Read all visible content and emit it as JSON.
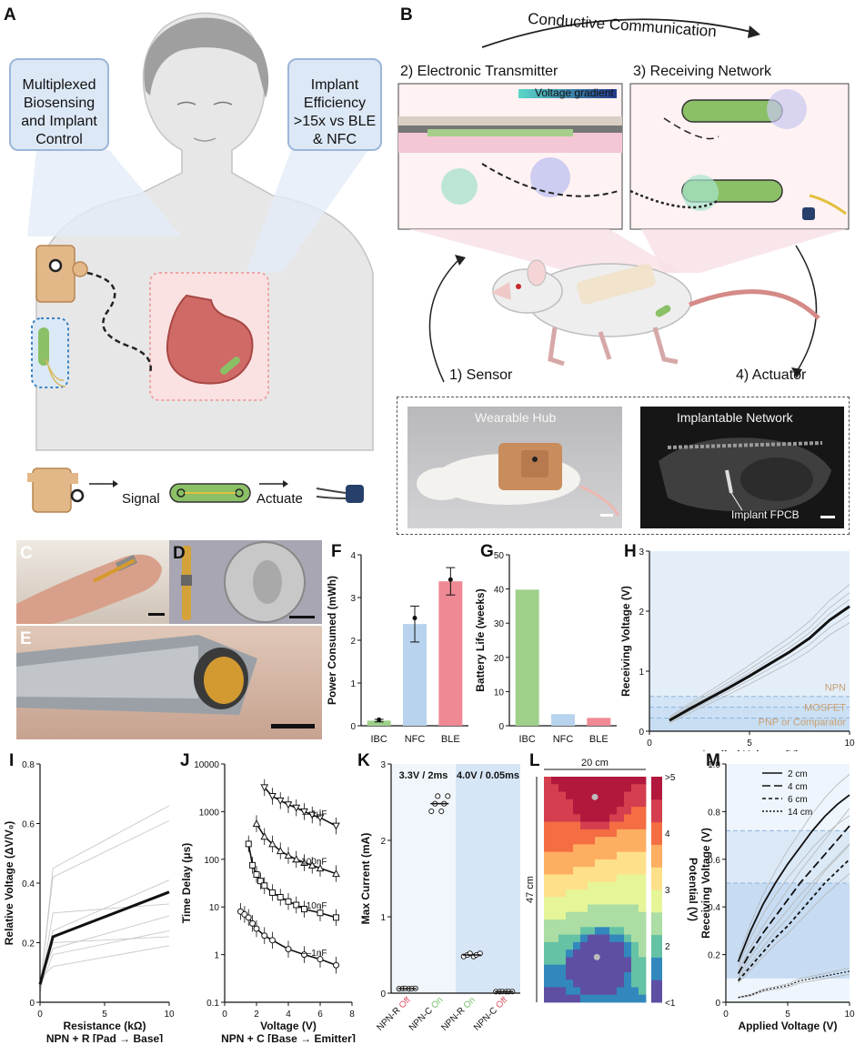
{
  "panels": {
    "A": "A",
    "B": "B",
    "C": "C",
    "D": "D",
    "E": "E",
    "F": "F",
    "G": "G",
    "H": "H",
    "I": "I",
    "J": "J",
    "K": "K",
    "L": "L",
    "M": "M"
  },
  "panelA": {
    "bubble_left": "Multiplexed Biosensing and Implant Control",
    "bubble_right": "Implant Efficiency >15x vs BLE & NFC",
    "flow_signal": "Signal",
    "flow_actuate": "Actuate"
  },
  "panelB": {
    "arc_title": "Conductive Communication",
    "transmitter_title": "2) Electronic Transmitter",
    "receiving_title": "3) Receiving Network",
    "voltage_gradient": "Voltage gradient",
    "sensor": "1) Sensor",
    "actuator": "4) Actuator",
    "wearable_hub": "Wearable Hub",
    "implantable_network": "Implantable Network",
    "implant_fpcb": "Implant FPCB"
  },
  "colors": {
    "green": "#9fd08a",
    "blue": "#b7d3ee",
    "red": "#ef8a95",
    "shade": "#e3eef9",
    "heat_hi": "#b2183c",
    "heat_lo": "#5e4fa2"
  },
  "chart_data": [
    {
      "id": "F",
      "type": "bar",
      "categories": [
        "IBC",
        "NFC",
        "BLE"
      ],
      "values": [
        0.12,
        2.38,
        3.38
      ],
      "errors": [
        0.03,
        0.42,
        0.32
      ],
      "points": [
        0.14,
        2.52,
        3.42
      ],
      "ylabel": "Power Consumed  (mWh)",
      "ylim": [
        0,
        4
      ],
      "yticks": [
        0,
        1,
        2,
        3,
        4
      ],
      "colors": [
        "#9fd08a",
        "#b7d3ee",
        "#ef8a95"
      ]
    },
    {
      "id": "G",
      "type": "bar",
      "categories": [
        "IBC",
        "NFC",
        "BLE"
      ],
      "values": [
        39.8,
        3.4,
        2.3
      ],
      "ylabel": "Battery Life  (weeks)",
      "ylim": [
        0,
        50
      ],
      "yticks": [
        0,
        10,
        20,
        30,
        40,
        50
      ],
      "colors": [
        "#9fd08a",
        "#b7d3ee",
        "#ef8a95"
      ]
    },
    {
      "id": "H",
      "type": "line",
      "xlabel": "Applied Voltage (V)",
      "ylabel": "Receiving Voltage  (V)",
      "xlim": [
        0,
        10
      ],
      "ylim": [
        0,
        3
      ],
      "xticks": [
        0,
        5,
        10
      ],
      "yticks": [
        0,
        1,
        2,
        3
      ],
      "mean": {
        "x": [
          1,
          2,
          3,
          4,
          5,
          6,
          7,
          8,
          9,
          10
        ],
        "y": [
          0.18,
          0.37,
          0.55,
          0.73,
          0.92,
          1.12,
          1.32,
          1.55,
          1.85,
          2.08
        ]
      },
      "thresholds": [
        {
          "name": "NPN",
          "y": 0.58
        },
        {
          "name": "MOSFET",
          "y": 0.4
        },
        {
          "name": "PNP or Comparator",
          "y": 0.22
        }
      ]
    },
    {
      "id": "I",
      "type": "line",
      "xlabel": "Resistance (kΩ)",
      "sublabel": "NPN + R [Pad → Base]",
      "ylabel": "Relative Voltage (ΔV/V₀)",
      "xlim": [
        0,
        10
      ],
      "ylim": [
        0,
        0.8
      ],
      "xticks": [
        0,
        5,
        10
      ],
      "yticks": [
        0,
        0.2,
        0.4,
        0.6,
        0.8
      ],
      "mean": {
        "x": [
          0,
          1,
          10
        ],
        "y": [
          0.06,
          0.22,
          0.37
        ]
      }
    },
    {
      "id": "J",
      "type": "line",
      "xlabel": "Voltage (V)",
      "sublabel": "NPN + C [Base → Emitter]",
      "ylabel": "Time Delay (μs)",
      "scale": "log",
      "xlim": [
        0,
        8
      ],
      "xticks": [
        0,
        2,
        4,
        6,
        8
      ],
      "yticks": [
        0.1,
        1,
        10,
        100,
        1000,
        10000
      ],
      "yticklabels": [
        "0.1",
        "1",
        "10",
        "100",
        "1000",
        "10000"
      ],
      "series": [
        {
          "name": "1μF",
          "x": [
            2.5,
            3,
            3.5,
            4,
            4.5,
            5,
            5.5,
            6,
            7
          ],
          "y": [
            3200,
            2100,
            1700,
            1400,
            1200,
            1000,
            850,
            750,
            500
          ]
        },
        {
          "name": "100nF",
          "x": [
            2,
            2.5,
            3,
            3.5,
            4,
            4.5,
            5,
            5.5,
            6,
            7
          ],
          "y": [
            560,
            300,
            210,
            150,
            120,
            100,
            85,
            75,
            65,
            50
          ]
        },
        {
          "name": "10nF",
          "x": [
            1.5,
            1.75,
            2,
            2.25,
            2.5,
            3,
            3.5,
            4,
            4.5,
            5,
            6,
            7
          ],
          "y": [
            210,
            75,
            48,
            35,
            28,
            20,
            16,
            13,
            11,
            9,
            7.5,
            6
          ]
        },
        {
          "name": "1nF",
          "x": [
            1,
            1.25,
            1.5,
            1.75,
            2,
            2.5,
            3,
            4,
            5,
            6,
            7
          ],
          "y": [
            8,
            7,
            6,
            4.5,
            3.5,
            2.5,
            2,
            1.3,
            1,
            0.8,
            0.6
          ]
        }
      ]
    },
    {
      "id": "K",
      "type": "scatter",
      "ylabel": "Max Current (mA)",
      "ylim": [
        0,
        3
      ],
      "yticks": [
        0,
        1,
        2,
        3
      ],
      "groups": [
        "3.3V / 2ms",
        "4.0V / 0.05ms"
      ],
      "categories": [
        "NPN-R Off",
        "NPN-C On",
        "NPN-R On",
        "NPN-C Off"
      ],
      "values": [
        0.06,
        2.48,
        0.5,
        0.02
      ]
    },
    {
      "id": "L",
      "type": "heatmap",
      "xlabel": "20 cm",
      "ylabel": "47 cm",
      "colorbar_label": "Potential (V)",
      "colorbar_ticks": [
        ">5",
        "4",
        "3",
        "2",
        "<1"
      ]
    },
    {
      "id": "M",
      "type": "line",
      "xlabel": "Applied Voltage (V)",
      "ylabel": "Receiving Voltage (V)",
      "xlim": [
        0,
        10
      ],
      "ylim": [
        0,
        1
      ],
      "xticks": [
        0,
        5,
        10
      ],
      "yticks": [
        0,
        0.2,
        0.4,
        0.6,
        0.8,
        1.0
      ],
      "yticklabels": [
        "0",
        "0.2",
        "0.4",
        "0.6",
        "0.8",
        "1.0"
      ],
      "series": [
        {
          "name": "2 cm",
          "x": [
            1,
            2,
            3,
            4,
            5,
            6,
            7,
            8,
            9,
            10
          ],
          "y": [
            0.17,
            0.3,
            0.41,
            0.5,
            0.58,
            0.65,
            0.72,
            0.78,
            0.83,
            0.87
          ]
        },
        {
          "name": "4 cm",
          "x": [
            1,
            2,
            3,
            4,
            5,
            6,
            7,
            8,
            9,
            10
          ],
          "y": [
            0.12,
            0.21,
            0.29,
            0.36,
            0.43,
            0.5,
            0.56,
            0.62,
            0.68,
            0.74
          ]
        },
        {
          "name": "6 cm",
          "x": [
            1,
            2,
            3,
            4,
            5,
            6,
            7,
            8,
            9,
            10
          ],
          "y": [
            0.09,
            0.15,
            0.21,
            0.27,
            0.32,
            0.38,
            0.44,
            0.5,
            0.55,
            0.6
          ]
        },
        {
          "name": "14 cm",
          "x": [
            1,
            2,
            3,
            4,
            5,
            6,
            7,
            8,
            9,
            10
          ],
          "y": [
            0.02,
            0.03,
            0.05,
            0.06,
            0.07,
            0.09,
            0.1,
            0.11,
            0.12,
            0.13
          ]
        }
      ]
    }
  ]
}
